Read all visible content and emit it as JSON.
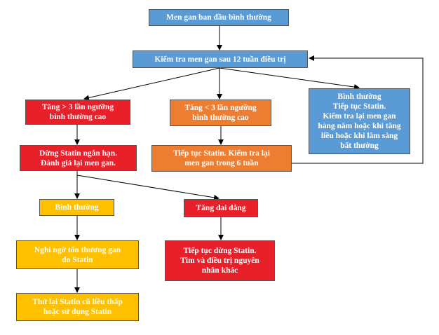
{
  "nodes": {
    "start": "Men gan ban đầu bình thường",
    "check12": "Kiểm tra men gan sau 12 tuần điều trị",
    "gt3": "Tăng > 3 lần ngưỡng\nbình thường cao",
    "lt3": "Tăng < 3 lần ngưỡng\nbình thường cao",
    "normal1": "Bình thường\nTiếp tục Statin.\nKiểm tra lại men gan\nhàng năm hoặc khi tăng\nliều hoặc khi lâm sàng\nbất thường",
    "stop": "Dừng Statin ngắn hạn.\nĐánh giá lại men gan.",
    "continue6": "Tiếp tục Statin. Kiểm tra lại\nmen gan trong 6 tuần",
    "normal2": "Bình thường",
    "persist": "Tăng dai dẳng",
    "suspect": "Nghi ngờ tổn thương gan\ndo Statin",
    "retry": "Thử lại Statin cũ liều thấp\nhoặc sử dụng Statin",
    "stopcont": "Tiếp tục dừng Statin.\nTìm và điều trị nguyên\nnhân khác"
  },
  "colors": {
    "blue": "#5b9bd5",
    "red": "#e8202a",
    "orange": "#ed7d31",
    "yellow": "#ffc000",
    "line": "#000000"
  }
}
